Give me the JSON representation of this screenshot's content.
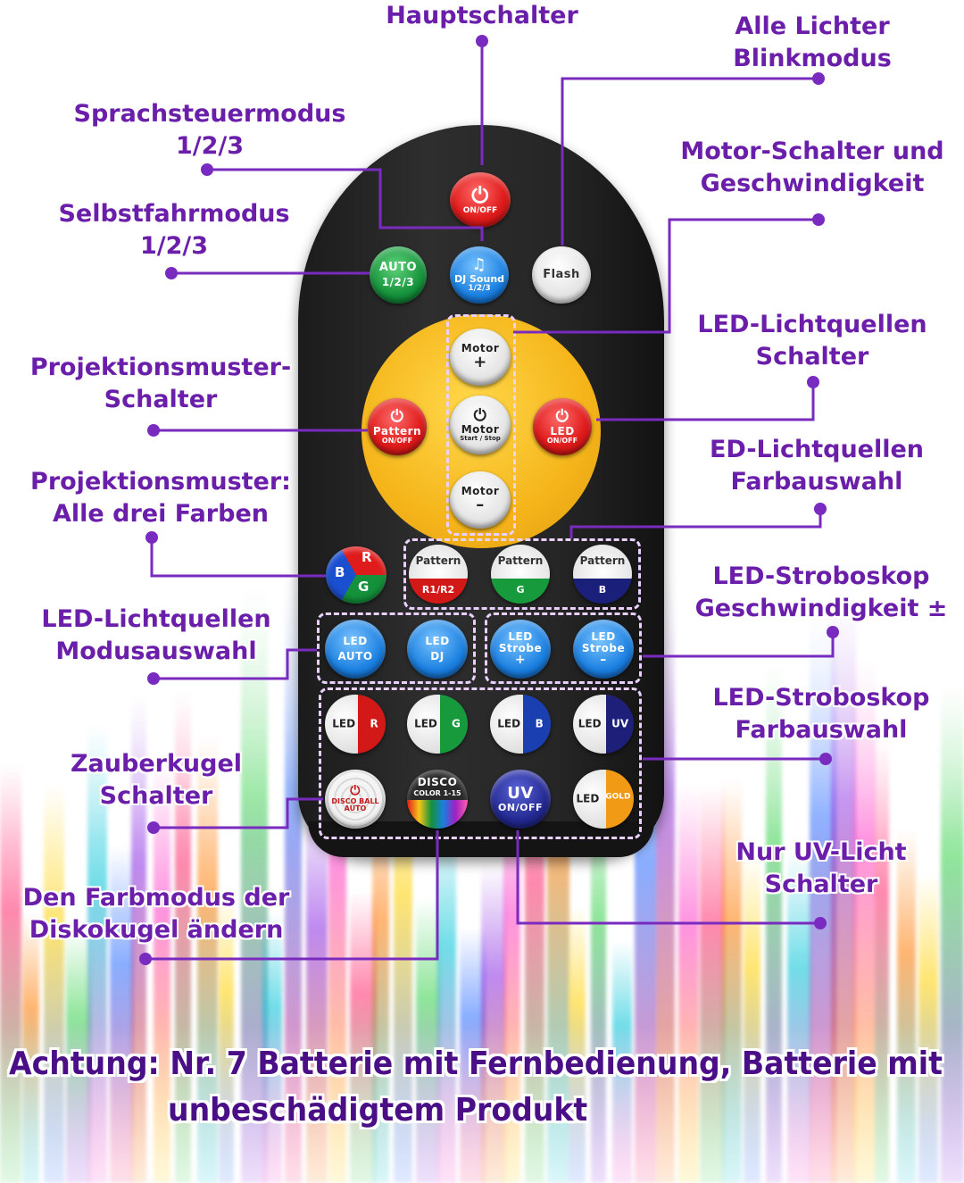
{
  "labels": {
    "hauptschalter": "Hauptschalter",
    "alle_lichter": [
      "Alle Lichter",
      "Blinkmodus"
    ],
    "sprachsteuer": [
      "Sprachsteuermodus",
      "1/2/3"
    ],
    "motor_schalter": [
      "Motor-Schalter und",
      "Geschwindigkeit"
    ],
    "selbstfahr": [
      "Selbstfahrmodus",
      "1/2/3"
    ],
    "led_schalter": [
      "LED-Lichtquellen",
      "Schalter"
    ],
    "projektionsmuster_schalter": [
      "Projektionsmuster-",
      "Schalter"
    ],
    "ed_farbauswahl": [
      "ED-Lichtquellen",
      "Farbauswahl"
    ],
    "projektionsmuster_farben": [
      "Projektionsmuster:",
      "Alle drei Farben"
    ],
    "strobo_geschw": [
      "LED-Stroboskop",
      "Geschwindigkeit ±"
    ],
    "led_modus": [
      "LED-Lichtquellen",
      "Modusauswahl"
    ],
    "strobo_farbe": [
      "LED-Stroboskop",
      "Farbauswahl"
    ],
    "zauberkugel": [
      "Zauberkugel",
      "Schalter"
    ],
    "uv_licht": [
      "Nur UV-Licht",
      "Schalter"
    ],
    "farbmodus": [
      "Den Farbmodus der",
      "Diskokugel ändern"
    ]
  },
  "warning": {
    "line1": "Achtung: Nr. 7 Batterie mit Fernbedienung, Batterie mit",
    "line2": "unbeschädigtem Produkt"
  },
  "buttons": {
    "power": {
      "l1": "⏻",
      "l2": "ON/OFF"
    },
    "auto": {
      "l1": "AUTO",
      "l2": "1/2/3"
    },
    "djsound": {
      "l1": "♫",
      "l2": "DJ Sound",
      "l3": "1/2/3"
    },
    "flash": {
      "l1": "Flash"
    },
    "motor_plus": {
      "l1": "Motor",
      "l2": "+"
    },
    "motor_start": {
      "l1": "⏻",
      "l2": "Motor",
      "l3": "Start / Stop"
    },
    "motor_minus": {
      "l1": "Motor",
      "l2": "–"
    },
    "pattern_onoff": {
      "l1": "⏻",
      "l2": "Pattern",
      "l3": "ON/OFF"
    },
    "led_onoff": {
      "l1": "⏻",
      "l2": "LED",
      "l3": "ON/OFF"
    },
    "rgb": {
      "r": "R",
      "g": "G",
      "b": "B"
    },
    "pattern_r": {
      "l1": "Pattern",
      "l2": "R1/R2"
    },
    "pattern_g": {
      "l1": "Pattern",
      "l2": "G"
    },
    "pattern_b": {
      "l1": "Pattern",
      "l2": "B"
    },
    "led_auto": {
      "l1": "LED",
      "l2": "AUTO"
    },
    "led_dj": {
      "l1": "LED",
      "l2": "DJ"
    },
    "strobe_plus": {
      "l1": "LED",
      "l2": "Strobe",
      "l3": "+"
    },
    "strobe_minus": {
      "l1": "LED",
      "l2": "Strobe",
      "l3": "–"
    },
    "led_r": {
      "l1": "LED",
      "l2": "R"
    },
    "led_g": {
      "l1": "LED",
      "l2": "G"
    },
    "led_b": {
      "l1": "LED",
      "l2": "B"
    },
    "led_uv": {
      "l1": "LED",
      "l2": "UV"
    },
    "discoball": {
      "l1": "⏻",
      "l2": "DISCO BALL",
      "l3": "AUTO"
    },
    "disco_color": {
      "l1": "DISCO",
      "l2": "COLOR 1-15"
    },
    "uv_onoff": {
      "l1": "UV",
      "l2": "ON/OFF"
    },
    "led_gold": {
      "l1": "LED",
      "l2": "GOLD"
    }
  },
  "colors": {
    "label": "#6a1eaa",
    "line": "#7a2bbf",
    "warning": "#4a0f86"
  }
}
